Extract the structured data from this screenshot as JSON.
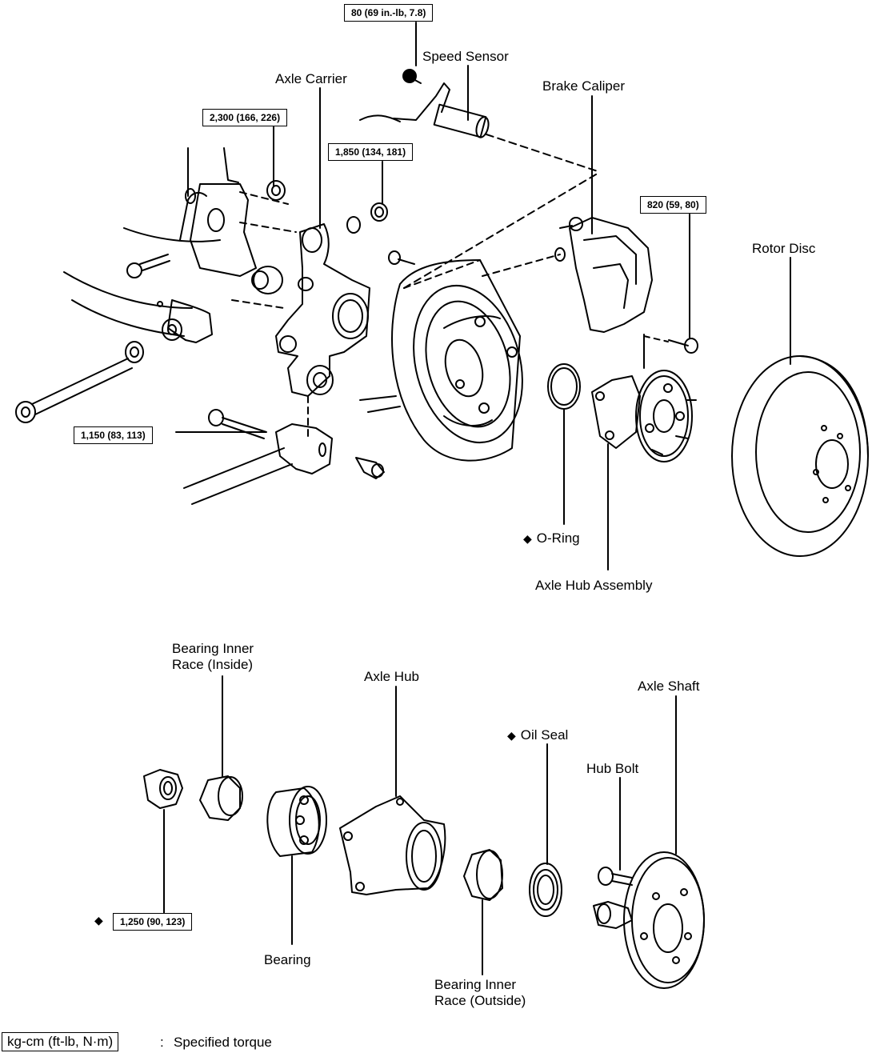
{
  "torque_specs": {
    "speed_sensor_bolt": "80 (69 in.-lb, 7.8)",
    "axle_carrier_nut": "2,300 (166, 226)",
    "knuckle_nut": "1,850 (134, 181)",
    "caliper_bolt": "820 (59, 80)",
    "lower_arm_bolt": "1,150 (83, 113)",
    "hub_nut": "1,250 (90, 123)"
  },
  "labels": {
    "speed_sensor": "Speed Sensor",
    "axle_carrier": "Axle Carrier",
    "brake_caliper": "Brake Caliper",
    "rotor_disc": "Rotor Disc",
    "o_ring": "O-Ring",
    "axle_hub_assembly": "Axle Hub Assembly",
    "bearing_inner_race_inside": [
      "Bearing Inner",
      "Race (Inside)"
    ],
    "axle_hub": "Axle Hub",
    "axle_shaft": "Axle Shaft",
    "oil_seal": "Oil Seal",
    "hub_bolt": "Hub Bolt",
    "bearing": "Bearing",
    "bearing_inner_race_outside": [
      "Bearing Inner",
      "Race (Outside)"
    ]
  },
  "legend": {
    "unit": "kg-cm (ft-lb, N·m)",
    "separator": ":",
    "description": "Specified torque"
  },
  "symbols": {
    "non_reusable": "◆"
  }
}
